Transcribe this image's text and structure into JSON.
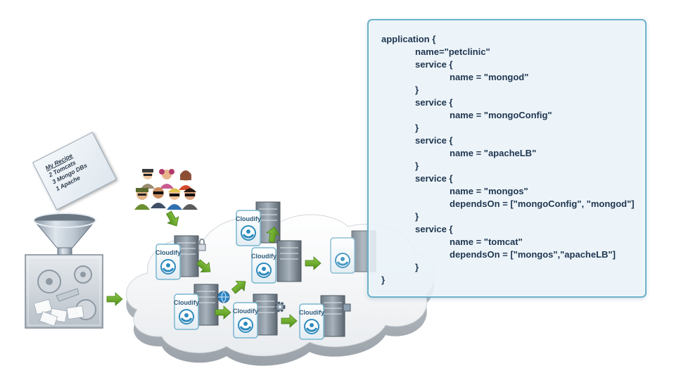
{
  "recipe_card": {
    "title": "My Recipe",
    "lines": [
      "2 Tomcats",
      "3 Mongo DBs",
      "1 Apache"
    ]
  },
  "cloud_nodes": [
    {
      "label": "Cloudify"
    },
    {
      "label": "Cloudify"
    },
    {
      "label": "Cloudify"
    },
    {
      "label": "Cloudify"
    },
    {
      "label": "Cloudify"
    },
    {
      "label": "Cloudify"
    }
  ],
  "code": {
    "lines": [
      {
        "text": "application {",
        "indent": 0
      },
      {
        "text": "name=\"petclinic\"",
        "indent": 1
      },
      {
        "text": "service {",
        "indent": 1
      },
      {
        "text": "name = \"mongod\"",
        "indent": 2
      },
      {
        "text": "}",
        "indent": 1
      },
      {
        "text": "service {",
        "indent": 1
      },
      {
        "text": "name = \"mongoConfig\"",
        "indent": 2
      },
      {
        "text": "}",
        "indent": 1
      },
      {
        "text": "service {",
        "indent": 1
      },
      {
        "text": "name = \"apacheLB\"",
        "indent": 2
      },
      {
        "text": "}",
        "indent": 1
      },
      {
        "text": "service {",
        "indent": 1
      },
      {
        "text": "name = \"mongos\"",
        "indent": 2
      },
      {
        "text": "dependsOn = [\"mongoConfig\", \"mongod\"]",
        "indent": 2
      },
      {
        "text": "}",
        "indent": 1
      },
      {
        "text": "service {",
        "indent": 1
      },
      {
        "text": "name = \"tomcat\"",
        "indent": 2
      },
      {
        "text": "dependsOn = [\"mongos\",\"apacheLB\"]",
        "indent": 2
      },
      {
        "text": "}",
        "indent": 1
      },
      {
        "text": "}",
        "indent": 0
      }
    ]
  },
  "colors": {
    "accent_blue": "#6ab0c9",
    "code_text": "#1f3550",
    "arrow_green": "#6cac2e",
    "cloud_fill": "#f2f4f6",
    "funnel_steel": "#a9b6c2"
  },
  "icons": {
    "people_group": "users-icon",
    "funnel": "funnel-icon",
    "machine": "gears-machine-icon",
    "cloud": "cloud-icon",
    "server": "server-icon",
    "globe": "globe-icon",
    "gear": "gear-icon",
    "lock": "lock-icon",
    "arrow": "arrow-right-icon"
  }
}
